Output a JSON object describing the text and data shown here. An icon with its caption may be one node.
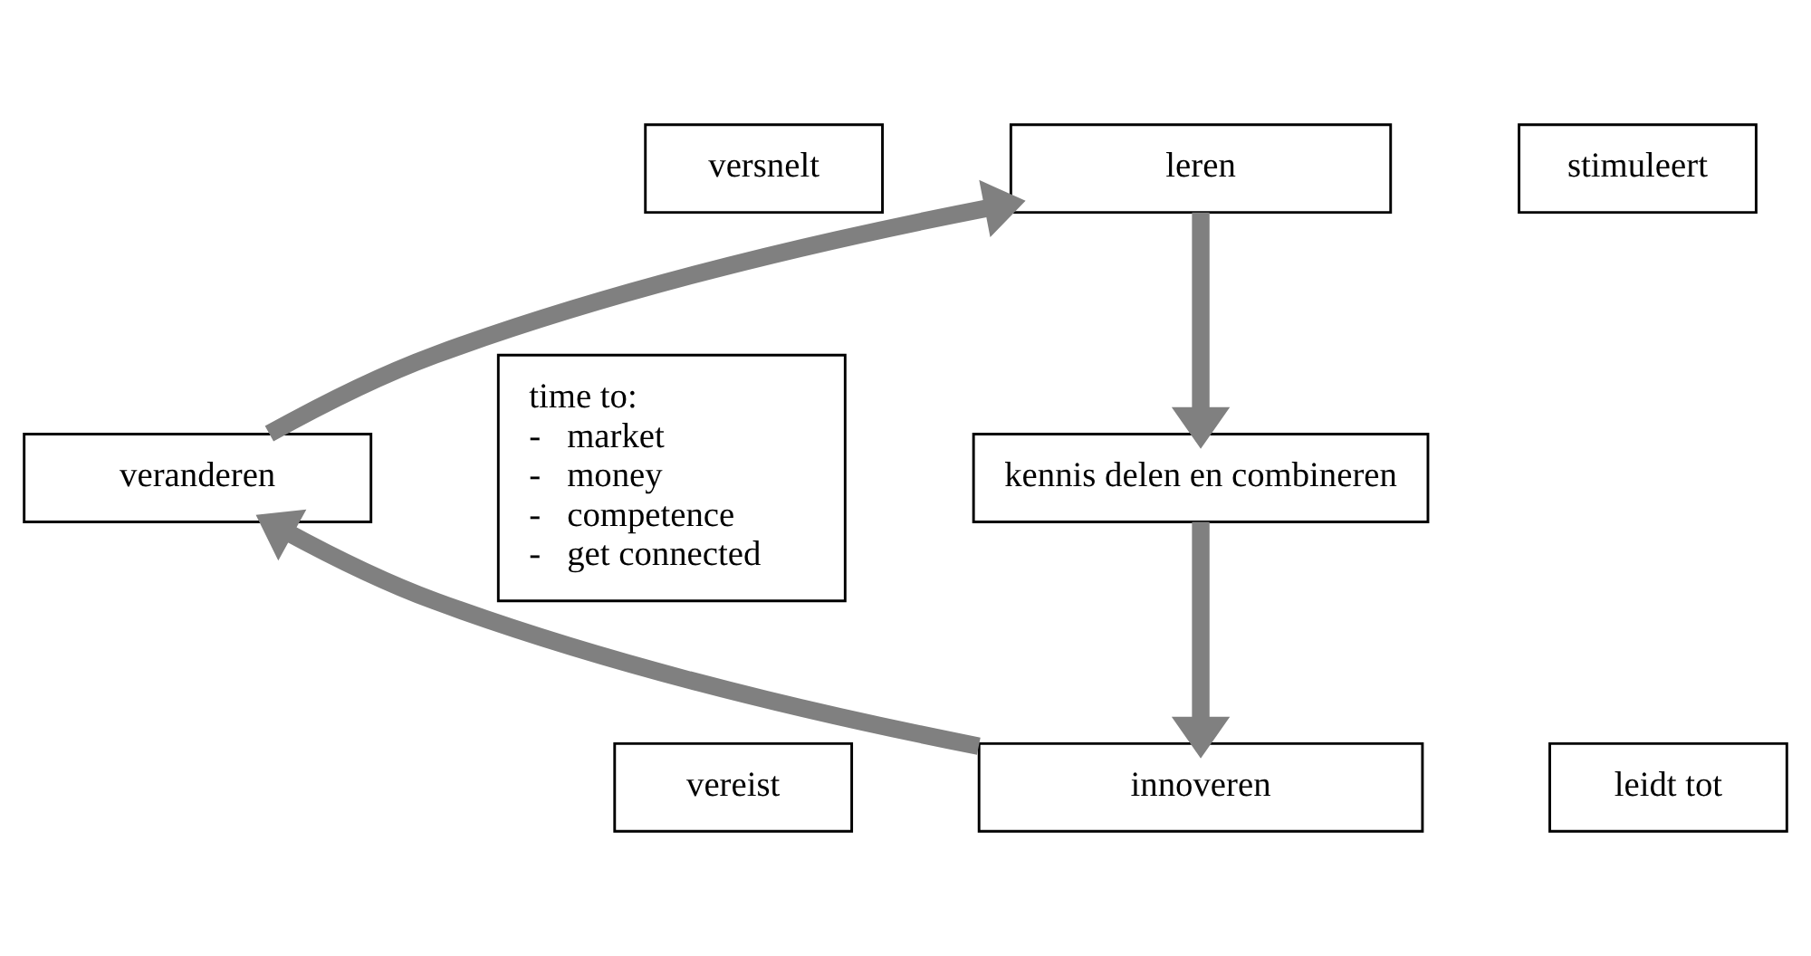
{
  "diagram": {
    "nodes": [
      {
        "text": [
          "versnelt"
        ]
      },
      {
        "text": [
          "leren"
        ]
      },
      {
        "text": [
          "stimuleert"
        ]
      },
      {
        "text": [
          "time to:",
          "-\tmarket",
          "-\tmoney",
          "-\tcompetence",
          "-\tget connected"
        ]
      },
      {
        "text": [
          "kennis delen en combineren"
        ]
      },
      {
        "text": [
          "veranderen"
        ]
      },
      {
        "text": [
          "vereist"
        ]
      },
      {
        "text": [
          "innoveren"
        ]
      },
      {
        "text": [
          "leidt tot"
        ]
      }
    ],
    "edges": [
      {
        "from": 1,
        "to": 4,
        "arrow": "to"
      },
      {
        "from": 4,
        "to": 7,
        "arrow": "to"
      },
      {
        "from": 7,
        "to": 5,
        "arrow": "to"
      },
      {
        "from": 5,
        "to": 1,
        "arrow": "to"
      }
    ]
  }
}
